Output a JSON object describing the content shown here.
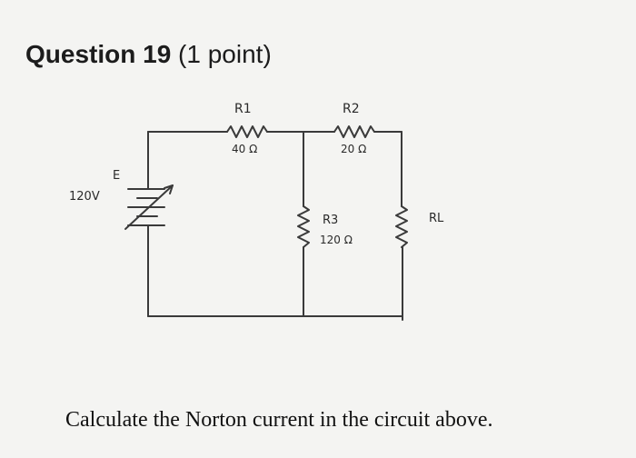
{
  "question": {
    "number_label": "Question 19",
    "points_label": "(1 point)"
  },
  "circuit": {
    "source_label": "E",
    "source_value": "120V",
    "r1_name": "R1",
    "r1_value": "40 Ω",
    "r2_name": "R2",
    "r2_value": "20 Ω",
    "r3_name": "R3",
    "r3_value": "120 Ω",
    "rl_name": "RL"
  },
  "prompt": "Calculate the Norton current in the circuit above.",
  "colors": {
    "wire": "#3a3a3a",
    "text": "#1c1c1c",
    "background": "#f4f4f2"
  }
}
